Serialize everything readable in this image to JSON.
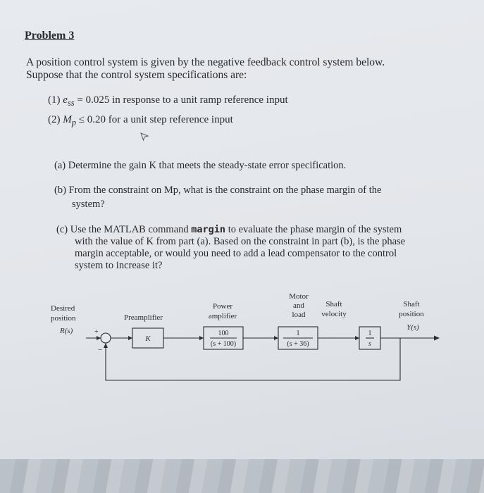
{
  "problem": {
    "title": "Problem 3",
    "intro_line1": "A position control system is given by the negative feedback control system below.",
    "intro_line2": "Suppose that the control system specifications are:",
    "spec1": {
      "prefix": "(1) ",
      "var": "e",
      "sub": "ss",
      "rest": " = 0.025 in response to a unit ramp reference input"
    },
    "spec2": {
      "prefix": "(2) ",
      "var": "M",
      "sub": "p",
      "rest": " ≤ 0.20 for a unit step reference input"
    },
    "qa": "(a) Determine the gain K that meets the steady-state error specification.",
    "qb": {
      "line1": "(b) From the constraint on Mp, what is the constraint on the phase margin of the",
      "line2": "system?"
    },
    "qc": {
      "pre": "(c) Use the MATLAB command ",
      "cmd": "margin",
      "post": " to evaluate the phase margin of the system",
      "line2": "with the value of K from part (a). Based on the constraint in part (b), is the phase",
      "line3": "margin acceptable, or would you need to add a lead compensator to the control",
      "line4": "system to increase it?"
    }
  },
  "diagram": {
    "desired_line1": "Desired",
    "desired_line2": "position",
    "input": "R(s)",
    "plus": "+",
    "minus": "−",
    "preamp_label": "Preamplifier",
    "preamp_gain": "K",
    "power_line1": "Power",
    "power_line2": "amplifier",
    "power_num": "100",
    "power_den": "(s + 100)",
    "motor_line1": "Motor",
    "motor_line2": "and",
    "motor_line3": "load",
    "motor_num": "1",
    "motor_den": "(s + 36)",
    "vel_line1": "Shaft",
    "vel_line2": "velocity",
    "int_num": "1",
    "int_den": "s",
    "pos_line1": "Shaft",
    "pos_line2": "position",
    "output": "Y(s)"
  }
}
